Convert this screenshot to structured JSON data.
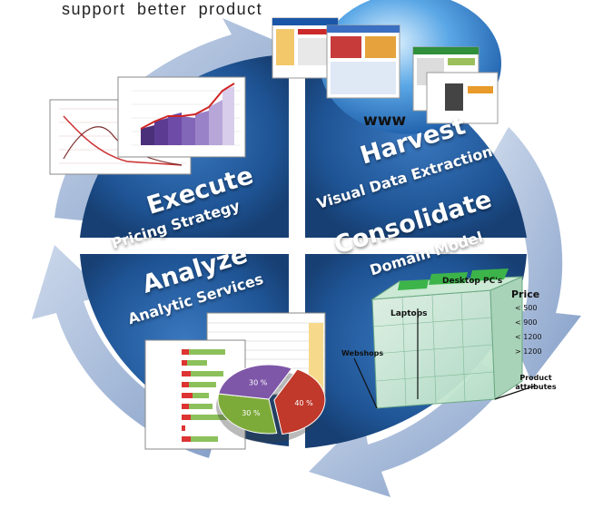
{
  "top_text": "support better product",
  "quadrants": {
    "harvest": {
      "title": "Harvest",
      "subtitle": "Visual Data Extraction"
    },
    "consolidate": {
      "title": "Consolidate",
      "subtitle": "Domain Model"
    },
    "analyze": {
      "title": "Analyze",
      "subtitle": "Analytic Services"
    },
    "execute": {
      "title": "Execute",
      "subtitle": "Pricing Strategy"
    }
  },
  "globe_label": "www",
  "cube": {
    "price_label": "Price",
    "price_ticks": [
      "< 500",
      "< 900",
      "< 1200",
      "> 1200"
    ],
    "segments": [
      "Desktop PC's",
      "Laptops"
    ],
    "y_axis_label": "Webshops",
    "x_axis_label": "Product attributes"
  },
  "pie": {
    "slices": [
      {
        "label": "40 %",
        "value": 40,
        "color": "#c0392b"
      },
      {
        "label": "30 %",
        "value": 30,
        "color": "#7dab3a"
      },
      {
        "label": "30 %",
        "value": 30,
        "color": "#7e57a8"
      }
    ]
  },
  "colors": {
    "ring_dark": "#1d4f8c",
    "ring_light": "#2d66a8",
    "arrow": "#8ea7cc"
  }
}
